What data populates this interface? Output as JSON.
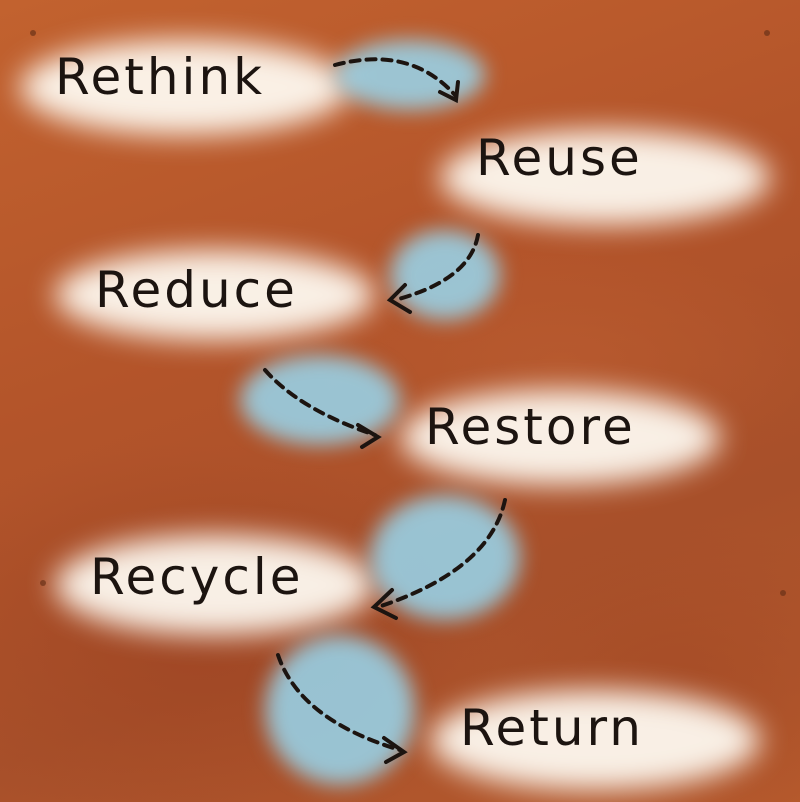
{
  "sign": {
    "steps": [
      "Rethink",
      "Reuse",
      "Reduce",
      "Restore",
      "Recycle",
      "Return"
    ]
  },
  "colors": {
    "rust": "#b5532a",
    "paint_white": "#fffdf5",
    "paint_blue": "#96d7f0",
    "stencil": "#1c1410"
  }
}
